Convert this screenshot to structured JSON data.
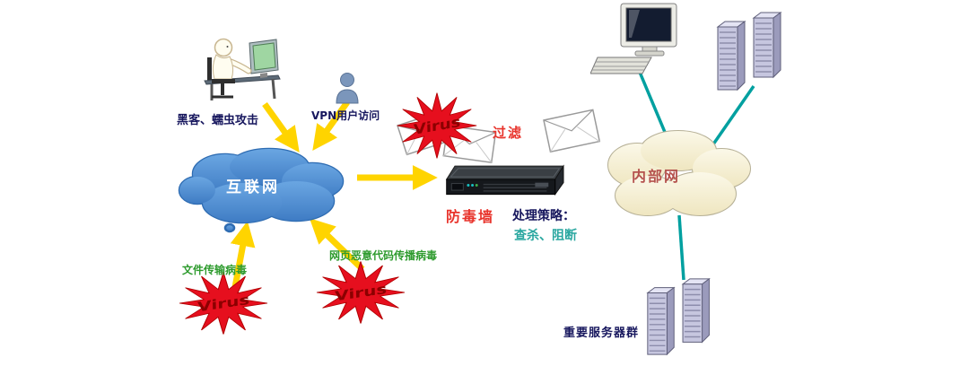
{
  "labels": {
    "hacker": "黑客、蠕虫攻击",
    "vpn": "VPN用户访问",
    "virus": "Virus",
    "filter": "过滤",
    "internet": "互联网",
    "firewall": "防毒墙",
    "policy_title": "处理策略：",
    "policy_actions": "查杀、阻断",
    "intranet": "内部网",
    "file_virus": "文件传输病毒",
    "web_virus": "网页恶意代码传播病毒",
    "server_group": "重要服务器群"
  },
  "colors": {
    "internet_cloud": "#4b8bd4",
    "intranet_cloud": "#f5efd2",
    "attack_arrow": "#ffd400",
    "network_link": "#00a0a0",
    "virus_burst": "#e60f1e",
    "label_navy": "#17175e",
    "label_green": "#2e9b2e",
    "label_red": "#e8342c",
    "label_teal": "#2aa7a0",
    "intranet_text": "#b5524e",
    "internet_text": "#ffffff"
  }
}
